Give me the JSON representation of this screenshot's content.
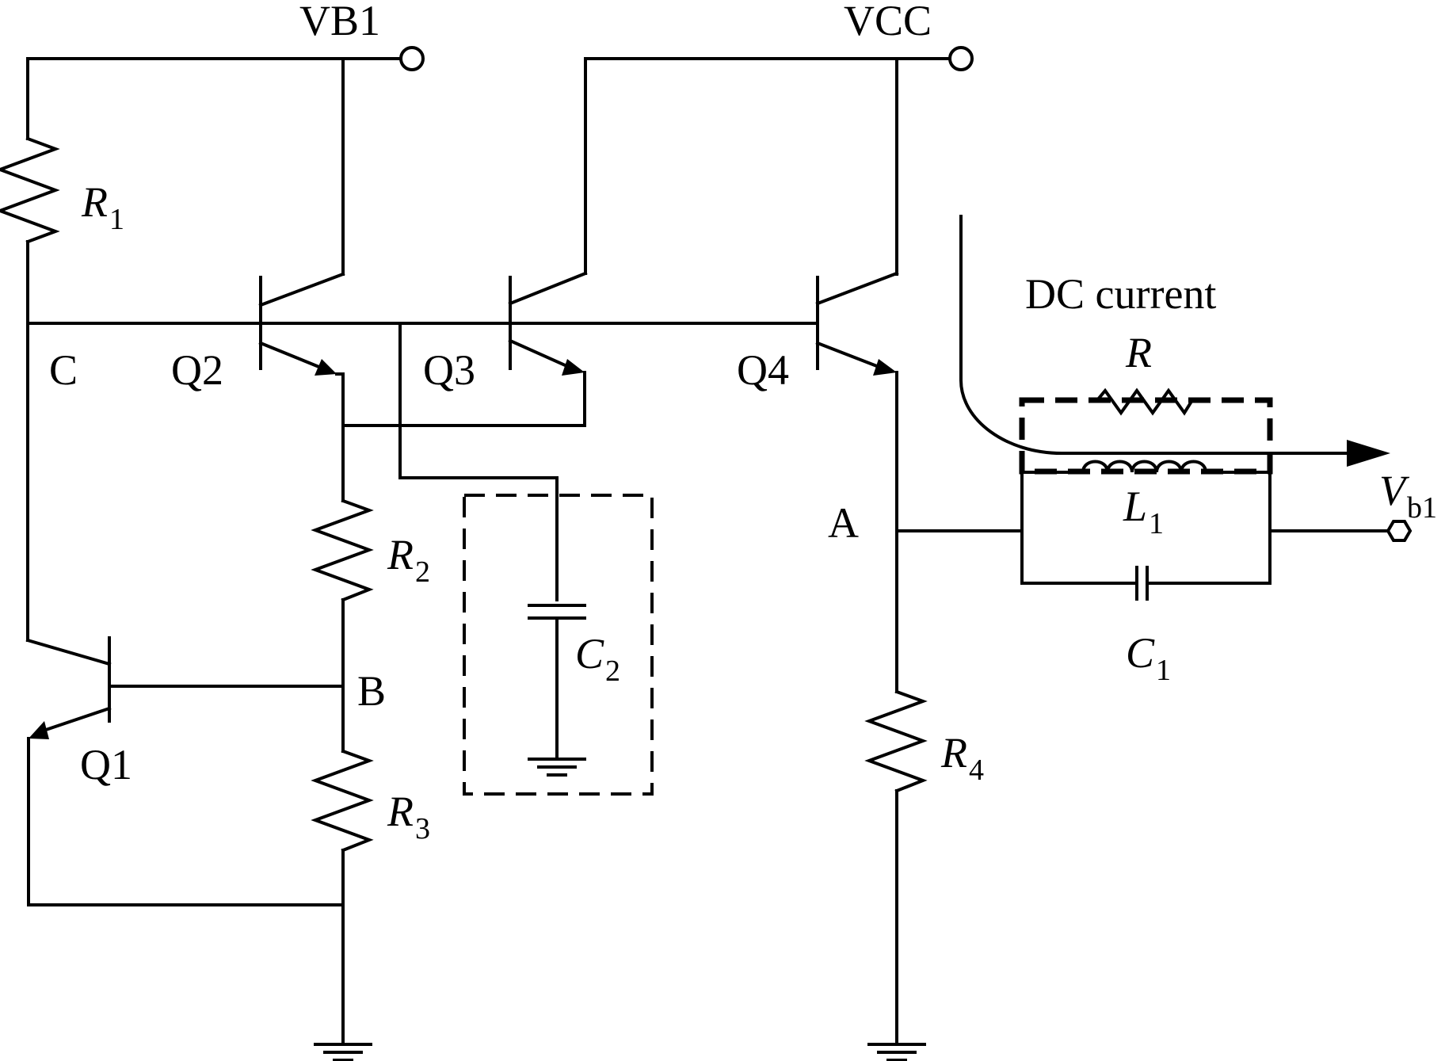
{
  "supplies": {
    "vb1": "VB1",
    "vcc": "VCC"
  },
  "transistors": {
    "q1": "Q1",
    "q2": "Q2",
    "q3": "Q3",
    "q4": "Q4"
  },
  "nodes": {
    "a": "A",
    "b": "B",
    "c": "C"
  },
  "resistors": {
    "r1": {
      "letter": "R",
      "sub": "1"
    },
    "r2": {
      "letter": "R",
      "sub": "2"
    },
    "r3": {
      "letter": "R",
      "sub": "3"
    },
    "r4": {
      "letter": "R",
      "sub": "4"
    },
    "r": {
      "letter": "R"
    }
  },
  "inductors": {
    "l1": {
      "letter": "L",
      "sub": "1"
    }
  },
  "capacitors": {
    "c1": {
      "letter": "C",
      "sub": "1"
    },
    "c2": {
      "letter": "C",
      "sub": "2"
    }
  },
  "output": {
    "letter": "V",
    "sub": "b1"
  },
  "annotation": {
    "dc_current": "DC current"
  }
}
